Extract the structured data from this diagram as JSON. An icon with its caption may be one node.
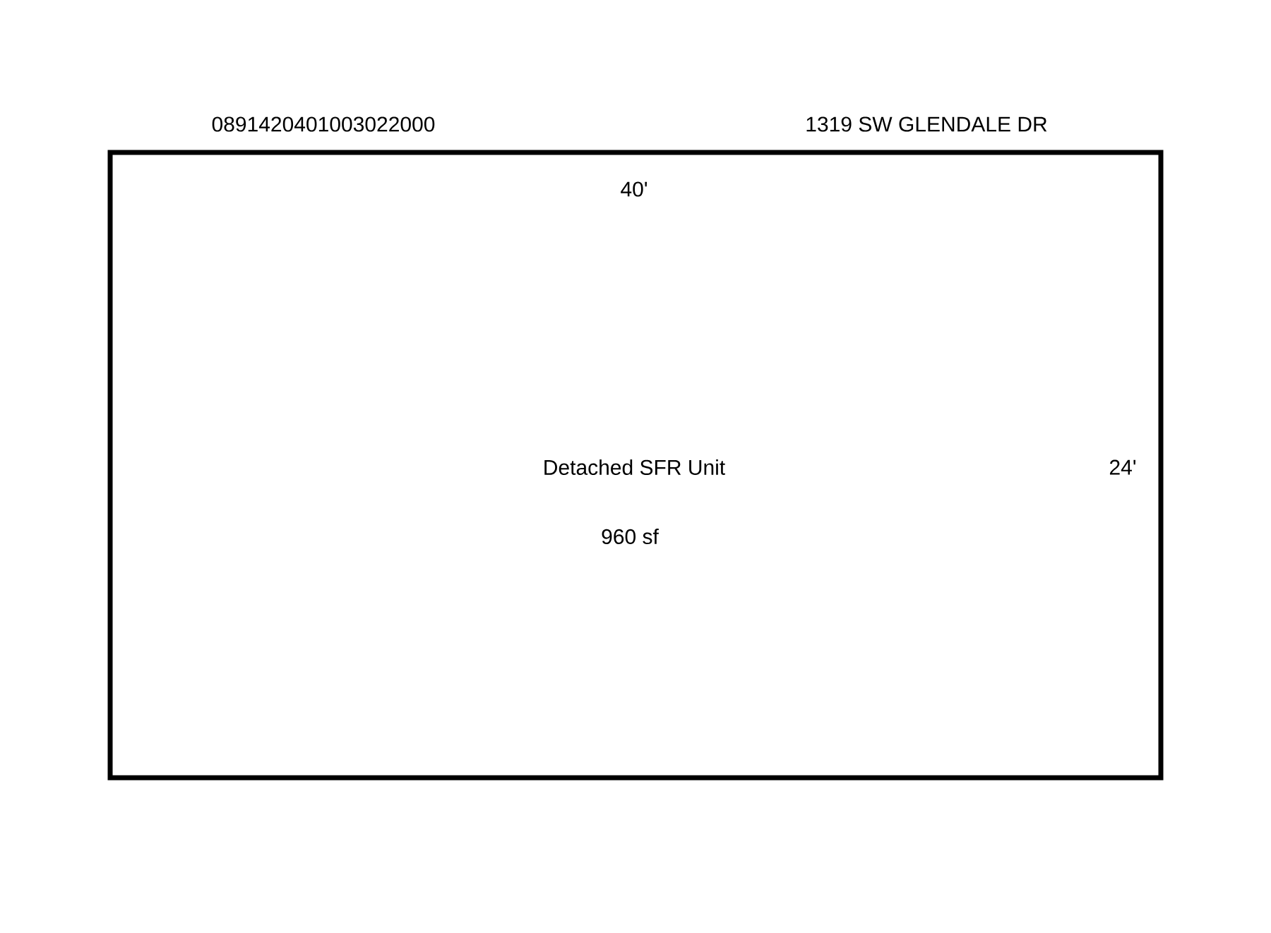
{
  "diagram": {
    "nodes": [
      {
        "text": [
          "Detached SFR Unit",
          "960 sf"
        ]
      }
    ],
    "labels": [
      "0891420401003022000",
      "1319 SW GLENDALE DR",
      "40'",
      "24'"
    ]
  }
}
